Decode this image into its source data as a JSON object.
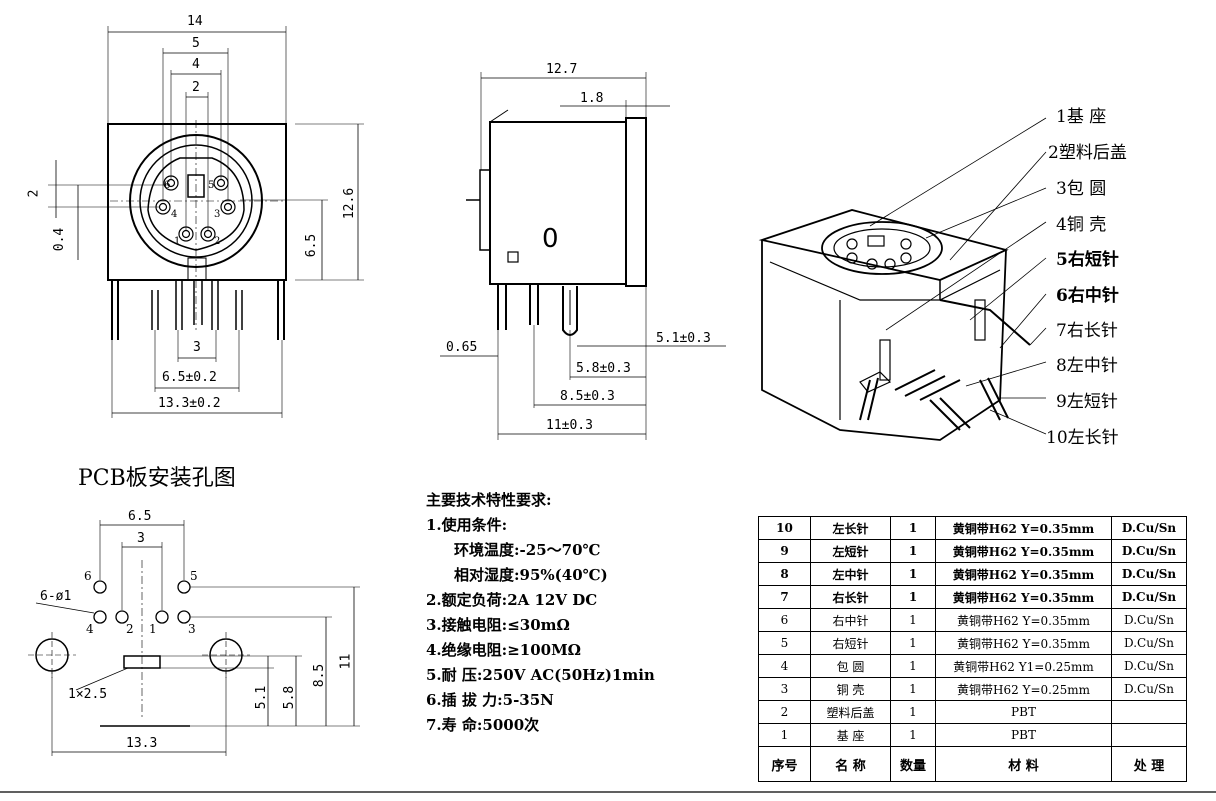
{
  "front_view": {
    "dims": {
      "w14": "14",
      "w5": "5",
      "w4": "4",
      "w2": "2",
      "h2": "2",
      "h04": "0.4",
      "h65": "6.5",
      "h126": "12.6",
      "w3": "3",
      "w65": "6.5±0.2",
      "w133": "13.3±0.2"
    },
    "pin_labels": [
      "6",
      "5",
      "4",
      "3",
      "1",
      "2"
    ]
  },
  "side_view": {
    "dims": {
      "w127": "12.7",
      "w18": "1.8",
      "d065": "0.65",
      "d51": "5.1±0.3",
      "d58": "5.8±0.3",
      "d85": "8.5±0.3",
      "d11": "11±0.3"
    },
    "mark": "0"
  },
  "callouts": [
    {
      "text": "1基  座",
      "bold": false
    },
    {
      "text": "2塑料后盖",
      "bold": false
    },
    {
      "text": "3包  圆",
      "bold": false
    },
    {
      "text": "4铜  壳",
      "bold": false
    },
    {
      "text": "5右短针",
      "bold": true
    },
    {
      "text": "6右中针",
      "bold": true
    },
    {
      "text": "7右长针",
      "bold": false
    },
    {
      "text": "8左中针",
      "bold": false
    },
    {
      "text": "9左短针",
      "bold": false
    },
    {
      "text": "10左长针",
      "bold": false
    }
  ],
  "pcb": {
    "title": "PCB板安装孔图",
    "dims": {
      "w65": "6.5",
      "w3": "3",
      "hole": "6-ø1",
      "slot": "1×2.5",
      "w133": "13.3",
      "v51": "5.1",
      "v58": "5.8",
      "v85": "8.5",
      "v11": "11"
    },
    "hole_labels": [
      "6",
      "5",
      "4",
      "2",
      "1",
      "3"
    ]
  },
  "specs": {
    "title": "主要技术特性要求:",
    "lines": [
      {
        "text": "1.使用条件:",
        "indent": false
      },
      {
        "text": "环境温度:-25～70℃",
        "indent": true
      },
      {
        "text": "相对湿度:95%(40℃)",
        "indent": true
      },
      {
        "text": "2.额定负荷:2A 12V DC",
        "indent": false
      },
      {
        "text": "3.接触电阻:≤30mΩ",
        "indent": false
      },
      {
        "text": "4.绝缘电阻:≥100MΩ",
        "indent": false
      },
      {
        "text": "5.耐   压:250V AC(50Hz)1min",
        "indent": false
      },
      {
        "text": "6.插 拔 力:5-35N",
        "indent": false
      },
      {
        "text": "7.寿   命:5000次",
        "indent": false
      }
    ]
  },
  "parts_table": {
    "rows": [
      {
        "no": "10",
        "name": "左长针",
        "qty": "1",
        "material": "黄铜带H62 Y=0.35mm",
        "finish": "D.Cu/Sn",
        "bold": true
      },
      {
        "no": "9",
        "name": "左短针",
        "qty": "1",
        "material": "黄铜带H62 Y=0.35mm",
        "finish": "D.Cu/Sn",
        "bold": true
      },
      {
        "no": "8",
        "name": "左中针",
        "qty": "1",
        "material": "黄铜带H62 Y=0.35mm",
        "finish": "D.Cu/Sn",
        "bold": true
      },
      {
        "no": "7",
        "name": "右长针",
        "qty": "1",
        "material": "黄铜带H62 Y=0.35mm",
        "finish": "D.Cu/Sn",
        "bold": true
      },
      {
        "no": "6",
        "name": "右中针",
        "qty": "1",
        "material": "黄铜带H62 Y=0.35mm",
        "finish": "D.Cu/Sn",
        "bold": false
      },
      {
        "no": "5",
        "name": "右短针",
        "qty": "1",
        "material": "黄铜带H62 Y=0.35mm",
        "finish": "D.Cu/Sn",
        "bold": false
      },
      {
        "no": "4",
        "name": "包  圆",
        "qty": "1",
        "material": "黄铜带H62 Y1=0.25mm",
        "finish": "D.Cu/Sn",
        "bold": false
      },
      {
        "no": "3",
        "name": "铜  壳",
        "qty": "1",
        "material": "黄铜带H62 Y=0.25mm",
        "finish": "D.Cu/Sn",
        "bold": false
      },
      {
        "no": "2",
        "name": "塑料后盖",
        "qty": "1",
        "material": "PBT",
        "finish": "",
        "bold": false
      },
      {
        "no": "1",
        "name": "基  座",
        "qty": "1",
        "material": "PBT",
        "finish": "",
        "bold": false
      }
    ],
    "header": {
      "no": "序号",
      "name": "名  称",
      "qty": "数量",
      "material": "材  料",
      "finish": "处  理"
    }
  }
}
